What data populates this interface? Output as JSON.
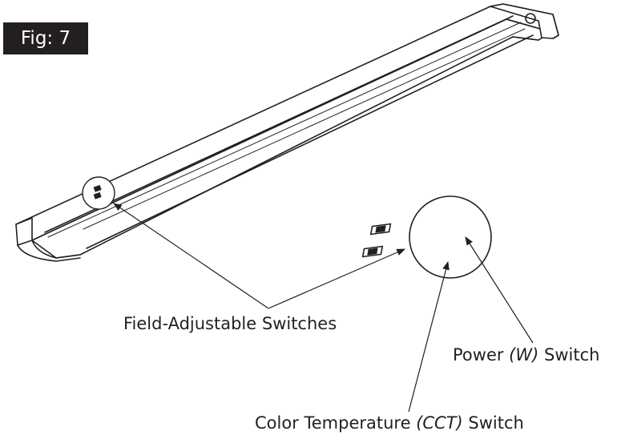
{
  "figure": {
    "badge_label": "Fig: 7"
  },
  "callouts": {
    "field_adjustable": "Field-Adjustable Switches",
    "power_switch": {
      "prefix": "Power ",
      "code": "(W)",
      "suffix": " Switch"
    },
    "cct_switch": {
      "prefix": "Color Temperature ",
      "code": "(CCT)",
      "suffix": " Switch"
    }
  },
  "colors": {
    "ink": "#231f20",
    "background": "#ffffff"
  }
}
